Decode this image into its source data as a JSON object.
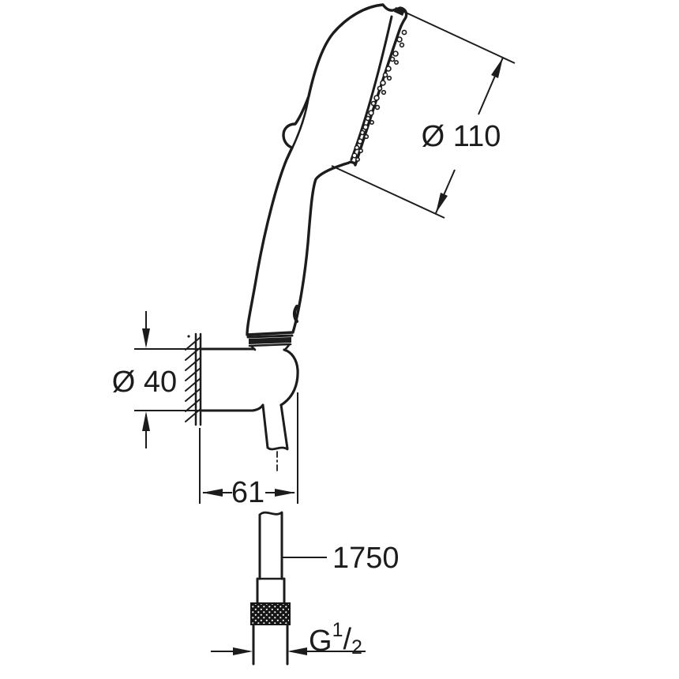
{
  "drawing": {
    "subject": "hand-shower-set-technical-drawing",
    "line_color": "#1c1c1c",
    "background": "#ffffff",
    "dimensions": {
      "head_diameter": "Ø 110",
      "holder_diameter": "Ø 40",
      "holder_offset": "61",
      "hose_length": "1750",
      "thread": {
        "letter": "G",
        "numerator": "1",
        "slash": "/",
        "denominator": "2"
      }
    }
  }
}
